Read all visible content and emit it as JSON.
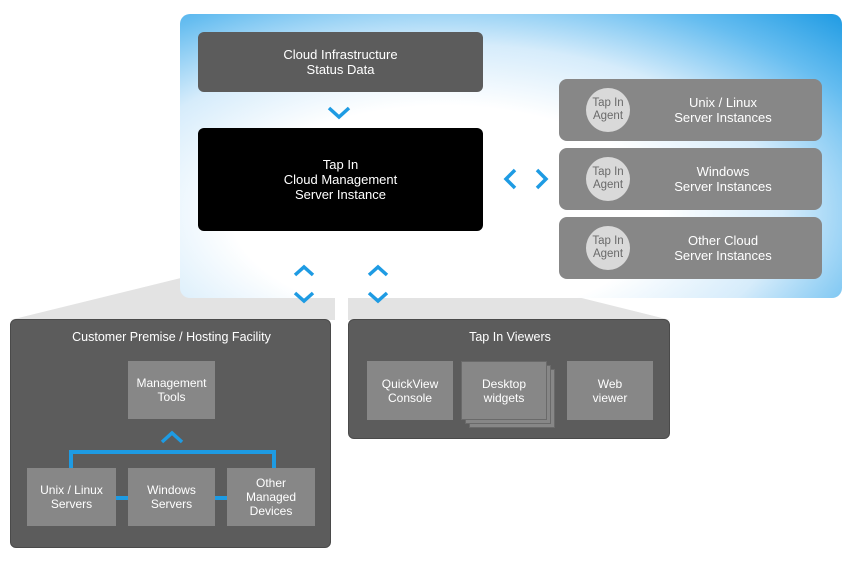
{
  "cloud": {
    "status_data": [
      "Cloud Infrastructure",
      "Status Data"
    ],
    "management_server": [
      "Tap In",
      "Cloud Management",
      "Server Instance"
    ],
    "instances": [
      {
        "agent": [
          "Tap In",
          "Agent"
        ],
        "label": [
          "Unix / Linux",
          "Server Instances"
        ]
      },
      {
        "agent": [
          "Tap In",
          "Agent"
        ],
        "label": [
          "Windows",
          "Server Instances"
        ]
      },
      {
        "agent": [
          "Tap In",
          "Agent"
        ],
        "label": [
          "Other Cloud",
          "Server Instances"
        ]
      }
    ]
  },
  "premise": {
    "title": "Customer Premise / Hosting Facility",
    "management_tools": [
      "Management",
      "Tools"
    ],
    "servers": [
      [
        "Unix / Linux",
        "Servers"
      ],
      [
        "Windows",
        "Servers"
      ],
      [
        "Other",
        "Managed",
        "Devices"
      ]
    ]
  },
  "viewers": {
    "title": "Tap In Viewers",
    "items": [
      [
        "QuickView",
        "Console"
      ],
      [
        "Desktop",
        "widgets"
      ],
      [
        "Web",
        "viewer"
      ]
    ]
  },
  "colors": {
    "accent": "#1e9be3",
    "dark_box": "#5c5c5c",
    "instance_box": "#878787",
    "server_box": "#000000"
  }
}
